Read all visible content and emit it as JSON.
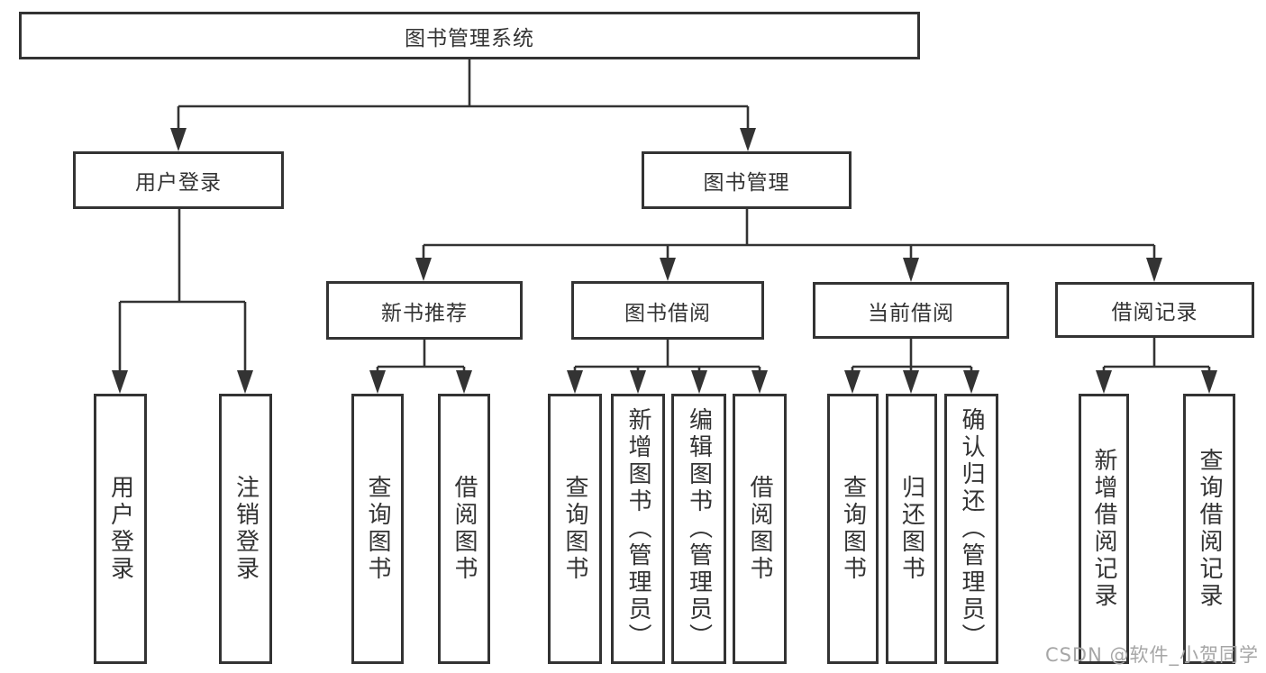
{
  "diagram_title": "图书管理系统",
  "tree": {
    "root": {
      "label": "图书管理系统"
    },
    "branches": [
      {
        "label": "用户登录",
        "children": [
          {
            "label": "用户登录"
          },
          {
            "label": "注销登录"
          }
        ]
      },
      {
        "label": "图书管理",
        "children": [
          {
            "label": "新书推荐",
            "children": [
              {
                "label": "查询图书"
              },
              {
                "label": "借阅图书"
              }
            ]
          },
          {
            "label": "图书借阅",
            "children": [
              {
                "label": "查询图书"
              },
              {
                "label": "新增图书（管理员）"
              },
              {
                "label": "编辑图书（管理员）"
              },
              {
                "label": "借阅图书"
              }
            ]
          },
          {
            "label": "当前借阅",
            "children": [
              {
                "label": "查询图书"
              },
              {
                "label": "归还图书"
              },
              {
                "label": "确认归还（管理员）"
              }
            ]
          },
          {
            "label": "借阅记录",
            "children": [
              {
                "label": "新增借阅记录"
              },
              {
                "label": "查询借阅记录"
              }
            ]
          }
        ]
      }
    ]
  },
  "colors": {
    "line": "#333333",
    "text": "#333333",
    "box_background": "#ffffff",
    "watermark": "#a6a6a6"
  },
  "watermark": "CSDN @软件_小贺同学"
}
